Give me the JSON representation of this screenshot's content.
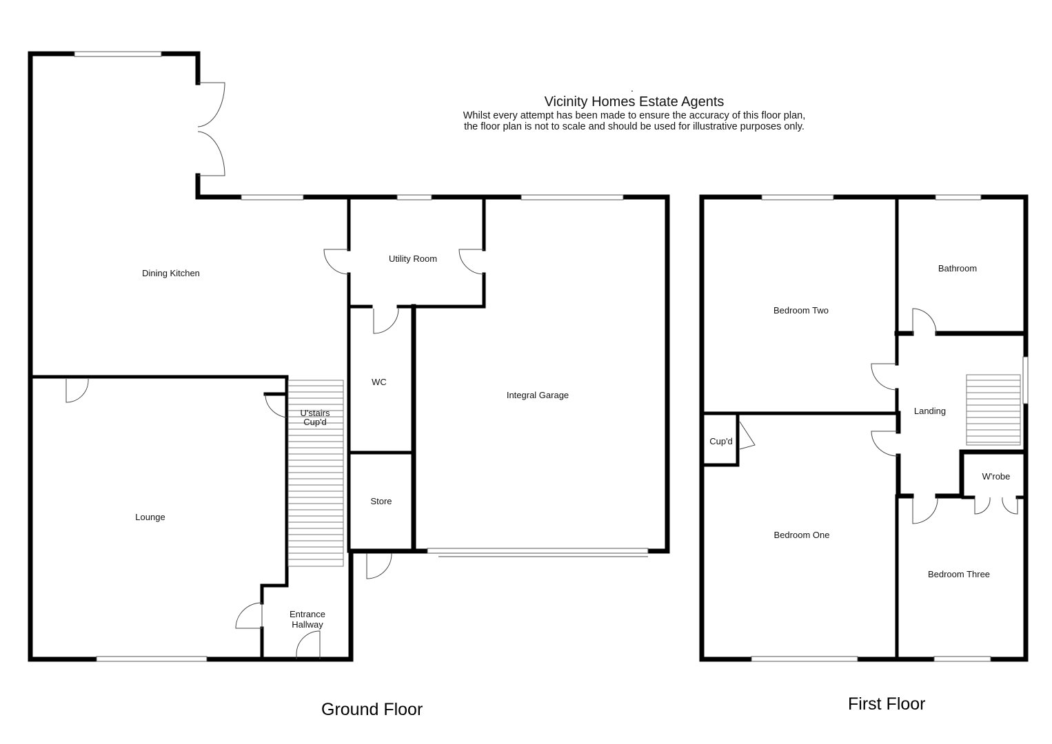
{
  "header": {
    "dot": ".",
    "agency": "Vicinity Homes Estate Agents",
    "disclaimer_line1": "Whilst every attempt has been made to ensure the accuracy of this floor plan,",
    "disclaimer_line2": "the floor plan is not to scale and should be used for illustrative purposes only."
  },
  "floors": {
    "ground": "Ground Floor",
    "first": "First Floor"
  },
  "rooms": {
    "dining_kitchen": "Dining Kitchen",
    "utility_room": "Utility Room",
    "wc": "WC",
    "integral_garage": "Integral Garage",
    "lounge": "Lounge",
    "ustairs_line1": "U'stairs",
    "ustairs_line2": "Cup'd",
    "store": "Store",
    "entrance_line1": "Entrance",
    "entrance_line2": "Hallway",
    "bedroom_two": "Bedroom Two",
    "bathroom": "Bathroom",
    "landing": "Landing",
    "cupd": "Cup'd",
    "wrobe": "W'robe",
    "bedroom_one": "Bedroom One",
    "bedroom_three": "Bedroom Three"
  }
}
